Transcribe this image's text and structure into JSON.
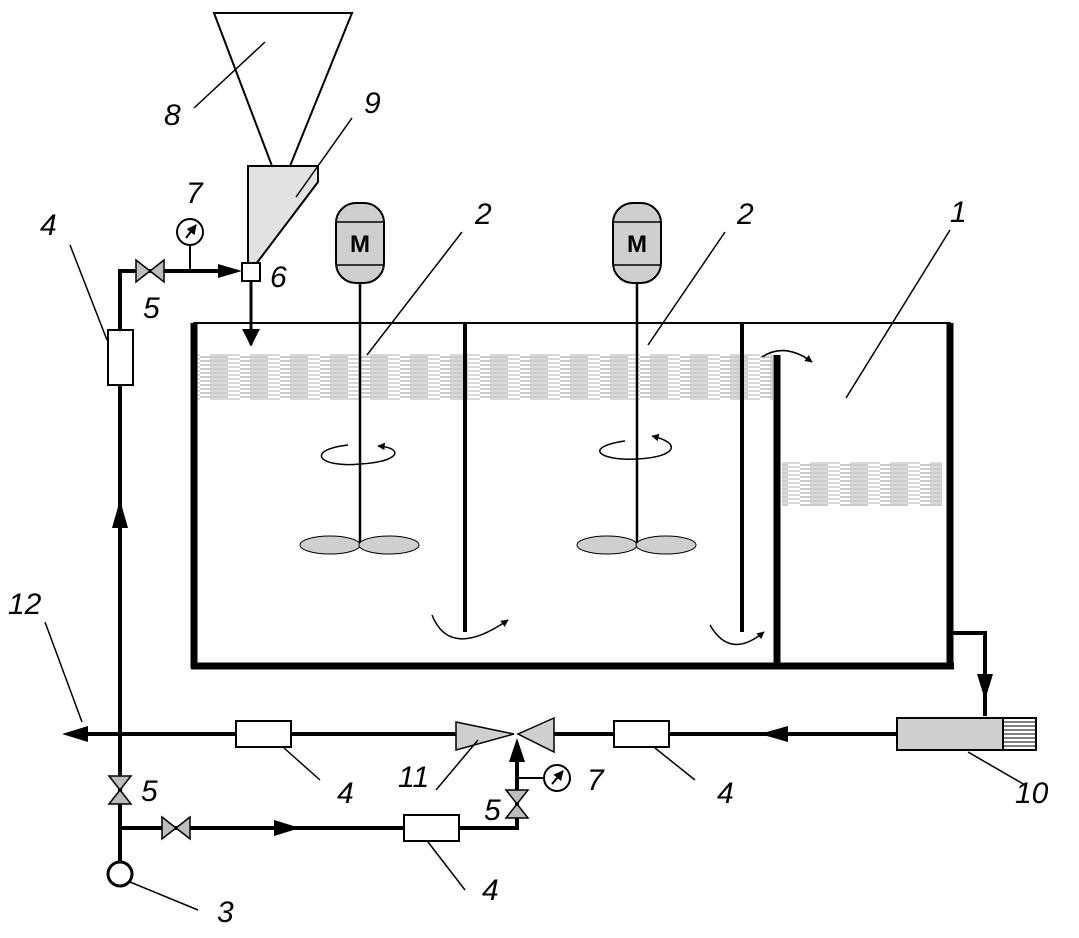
{
  "labels": {
    "tank": "1",
    "mixer_left": "2",
    "mixer_right": "2",
    "pump": "3",
    "flowmeter_left": "4",
    "flowmeter_mid": "4",
    "flowmeter_right": "4",
    "flowmeter_bottom": "4",
    "valve_top": "5",
    "valve_left": "5",
    "valve_bottom": "5",
    "mixer_node": "6",
    "gauge_top": "7",
    "gauge_bottom": "7",
    "hopper": "8",
    "feeder": "9",
    "filter": "10",
    "ejector": "11",
    "outlet": "12"
  },
  "motor_left_text": "M",
  "motor_right_text": "M"
}
